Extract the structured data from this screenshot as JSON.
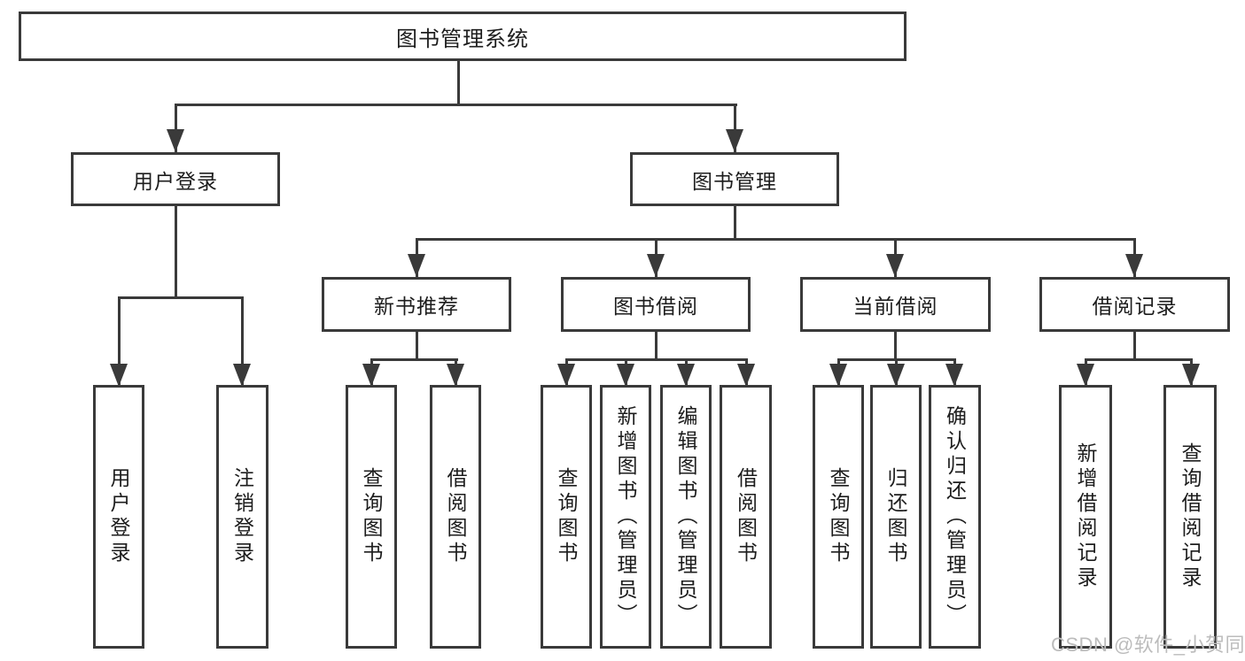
{
  "diagram": {
    "title": "图书管理系统",
    "branches": [
      {
        "label": "用户登录",
        "children": [
          "用户登录",
          "注销登录"
        ]
      },
      {
        "label": "图书管理",
        "groups": [
          {
            "label": "新书推荐",
            "children": [
              "查询图书",
              "借阅图书"
            ]
          },
          {
            "label": "图书借阅",
            "children": [
              "查询图书",
              "新增图书（管理员）",
              "编辑图书（管理员）",
              "借阅图书"
            ]
          },
          {
            "label": "当前借阅",
            "children": [
              "查询图书",
              "归还图书",
              "确认归还（管理员）"
            ]
          },
          {
            "label": "借阅记录",
            "children": [
              "新增借阅记录",
              "查询借阅记录"
            ]
          }
        ]
      }
    ]
  },
  "watermark": {
    "text": "CSDN @软件_小贺同学"
  },
  "colors": {
    "line": "#3a3a3a",
    "text": "#1d1d1d",
    "watermark": "#bcbcbc",
    "background": "#ffffff"
  }
}
